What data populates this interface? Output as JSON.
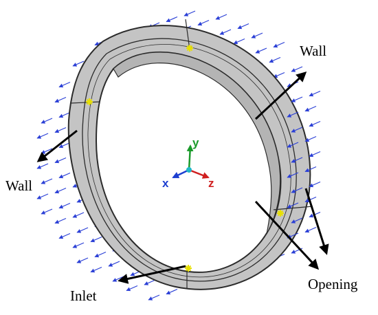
{
  "labels": {
    "wall_right": "Wall",
    "wall_left": "Wall",
    "opening": "Opening",
    "inlet": "Inlet"
  },
  "axes": {
    "x": "x",
    "y": "y",
    "z": "z"
  },
  "colors": {
    "flow_arrow": "#2a3fd6",
    "ring_face": "#c4c4c4",
    "ring_edge": "#2b2b2b",
    "marker": "#e8e000",
    "axis_x": "#1d3fd0",
    "axis_y": "#1a9a2a",
    "axis_z": "#d02020",
    "origin": "#1fb8c8"
  },
  "icons": {
    "marker": "asterisk-marker-icon",
    "triad": "coordinate-triad-icon"
  }
}
